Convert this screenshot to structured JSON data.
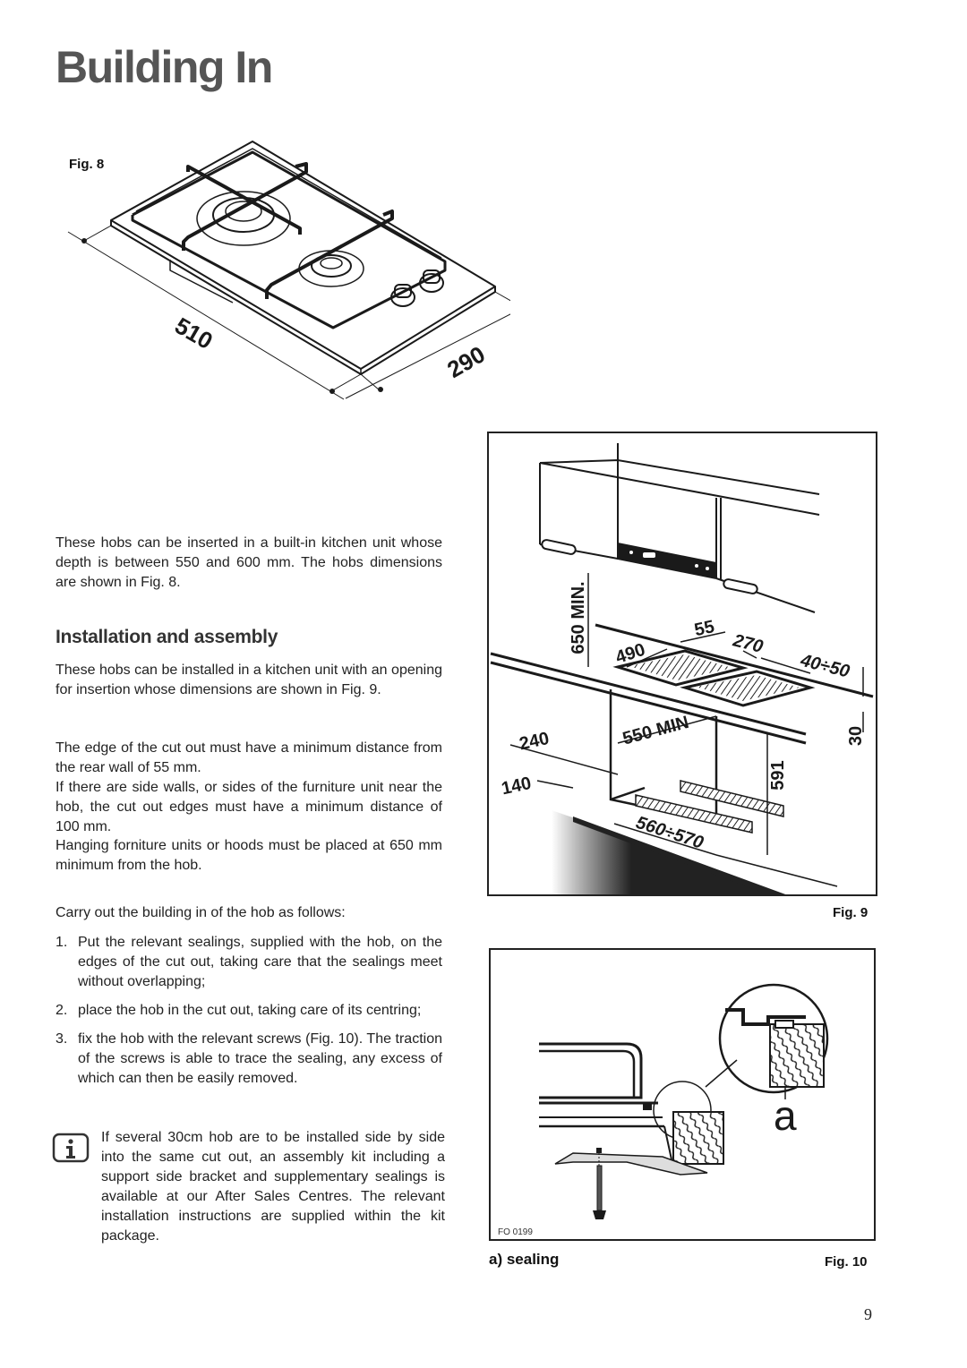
{
  "page": {
    "title": "Building In",
    "page_number": "9"
  },
  "fig8": {
    "caption": "Fig. 8",
    "dim_width": "510",
    "dim_depth": "290"
  },
  "intro": {
    "text": "These hobs can be inserted in a built-in kitchen unit whose depth is between 550 and 600 mm. The hobs dimensions are shown in Fig. 8."
  },
  "installation": {
    "heading": "Installation and assembly",
    "p1": "These hobs can be installed in a kitchen unit with an opening for insertion whose dimensions are shown in Fig. 9.",
    "p2": "The edge of the cut out must have a minimum distance from the rear wall of 55 mm.",
    "p3": "If there are side walls, or sides of the furniture unit near the hob, the cut out edges must have a minimum distance of 100 mm.",
    "p4": "Hanging forniture units or hoods must be placed at 650 mm minimum from the hob.",
    "p5": "Carry out the building in of the hob as follows:",
    "steps": [
      {
        "num": "1.",
        "text": "Put the relevant sealings, supplied with the hob, on the edges of the cut out, taking care that the sealings meet without overlapping;"
      },
      {
        "num": "2.",
        "text": "place the hob in the cut out, taking care of its centring;"
      },
      {
        "num": "3.",
        "text": "fix the hob with the relevant screws (Fig. 10). The traction of the screws is able to trace the sealing, any excess of which can then be easily removed."
      }
    ]
  },
  "note": {
    "icon": "info-icon",
    "text": "If several 30cm hob are to be installed side by side into the same cut out, an assembly kit including a support side bracket and supplementary sealings is available at our After Sales Centres. The relevant installation instructions are supplied within the kit package."
  },
  "fig9": {
    "caption": "Fig. 9",
    "labels": {
      "min650": "650 MIN.",
      "d55": "55",
      "d270": "270",
      "d490": "490",
      "d40_50": "40÷50",
      "d30": "30",
      "d240": "240",
      "d550min": "550 MIN",
      "d591": "591",
      "d140": "140",
      "d560_570": "560÷570"
    }
  },
  "fig10": {
    "caption": "Fig. 10",
    "legend": "a) sealing",
    "callout": "a",
    "code": "FO 0199"
  }
}
